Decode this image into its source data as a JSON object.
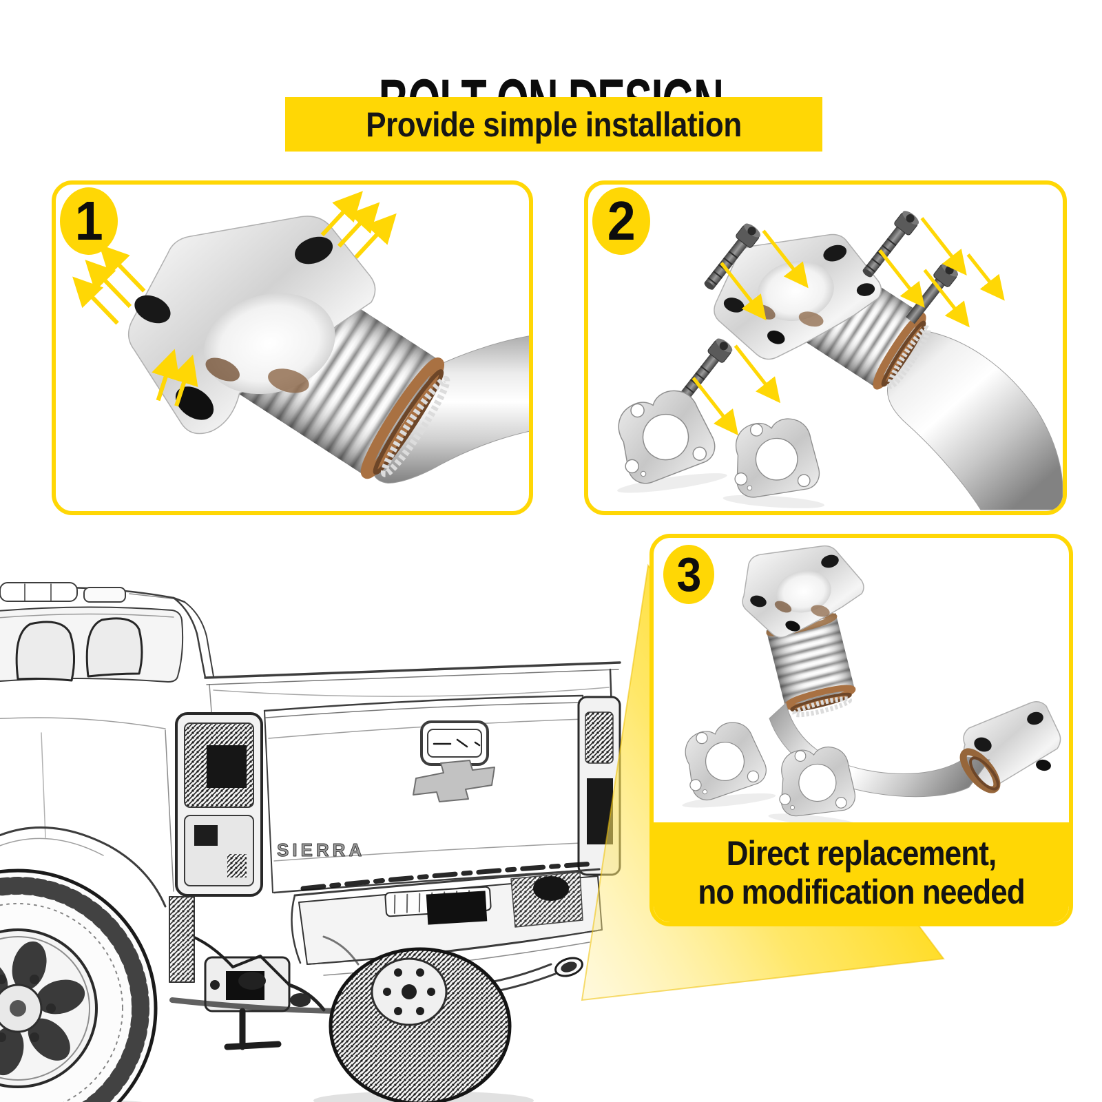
{
  "header": {
    "title": "BOLT-ON DESIGN",
    "subtitle": "Provide simple installation"
  },
  "steps": [
    {
      "number": "1"
    },
    {
      "number": "2"
    },
    {
      "number": "3",
      "caption_line1": "Direct replacement,",
      "caption_line2": "no modification needed"
    }
  ],
  "truck": {
    "tailgate_badge": "SIERRA"
  },
  "colors": {
    "accent_yellow": "#FFD705",
    "text_black": "#111111"
  }
}
